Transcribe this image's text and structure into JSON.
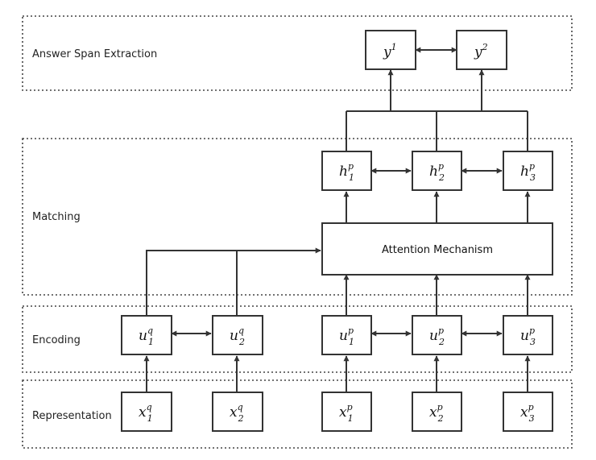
{
  "layers": {
    "answer": "Answer Span Extraction",
    "matching": "Matching",
    "encoding": "Encoding",
    "representation": "Representation"
  },
  "nodes": {
    "y1": {
      "base": "y",
      "sup": "1",
      "sub": ""
    },
    "y2": {
      "base": "y",
      "sup": "2",
      "sub": ""
    },
    "h1": {
      "base": "h",
      "sup": "p",
      "sub": "1"
    },
    "h2": {
      "base": "h",
      "sup": "p",
      "sub": "2"
    },
    "h3": {
      "base": "h",
      "sup": "p",
      "sub": "3"
    },
    "attention": "Attention Mechanism",
    "uq1": {
      "base": "u",
      "sup": "q",
      "sub": "1"
    },
    "uq2": {
      "base": "u",
      "sup": "q",
      "sub": "2"
    },
    "up1": {
      "base": "u",
      "sup": "p",
      "sub": "1"
    },
    "up2": {
      "base": "u",
      "sup": "p",
      "sub": "2"
    },
    "up3": {
      "base": "u",
      "sup": "p",
      "sub": "3"
    },
    "xq1": {
      "base": "x",
      "sup": "q",
      "sub": "1"
    },
    "xq2": {
      "base": "x",
      "sup": "q",
      "sub": "2"
    },
    "xp1": {
      "base": "x",
      "sup": "p",
      "sub": "1"
    },
    "xp2": {
      "base": "x",
      "sup": "p",
      "sub": "2"
    },
    "xp3": {
      "base": "x",
      "sup": "p",
      "sub": "3"
    }
  }
}
